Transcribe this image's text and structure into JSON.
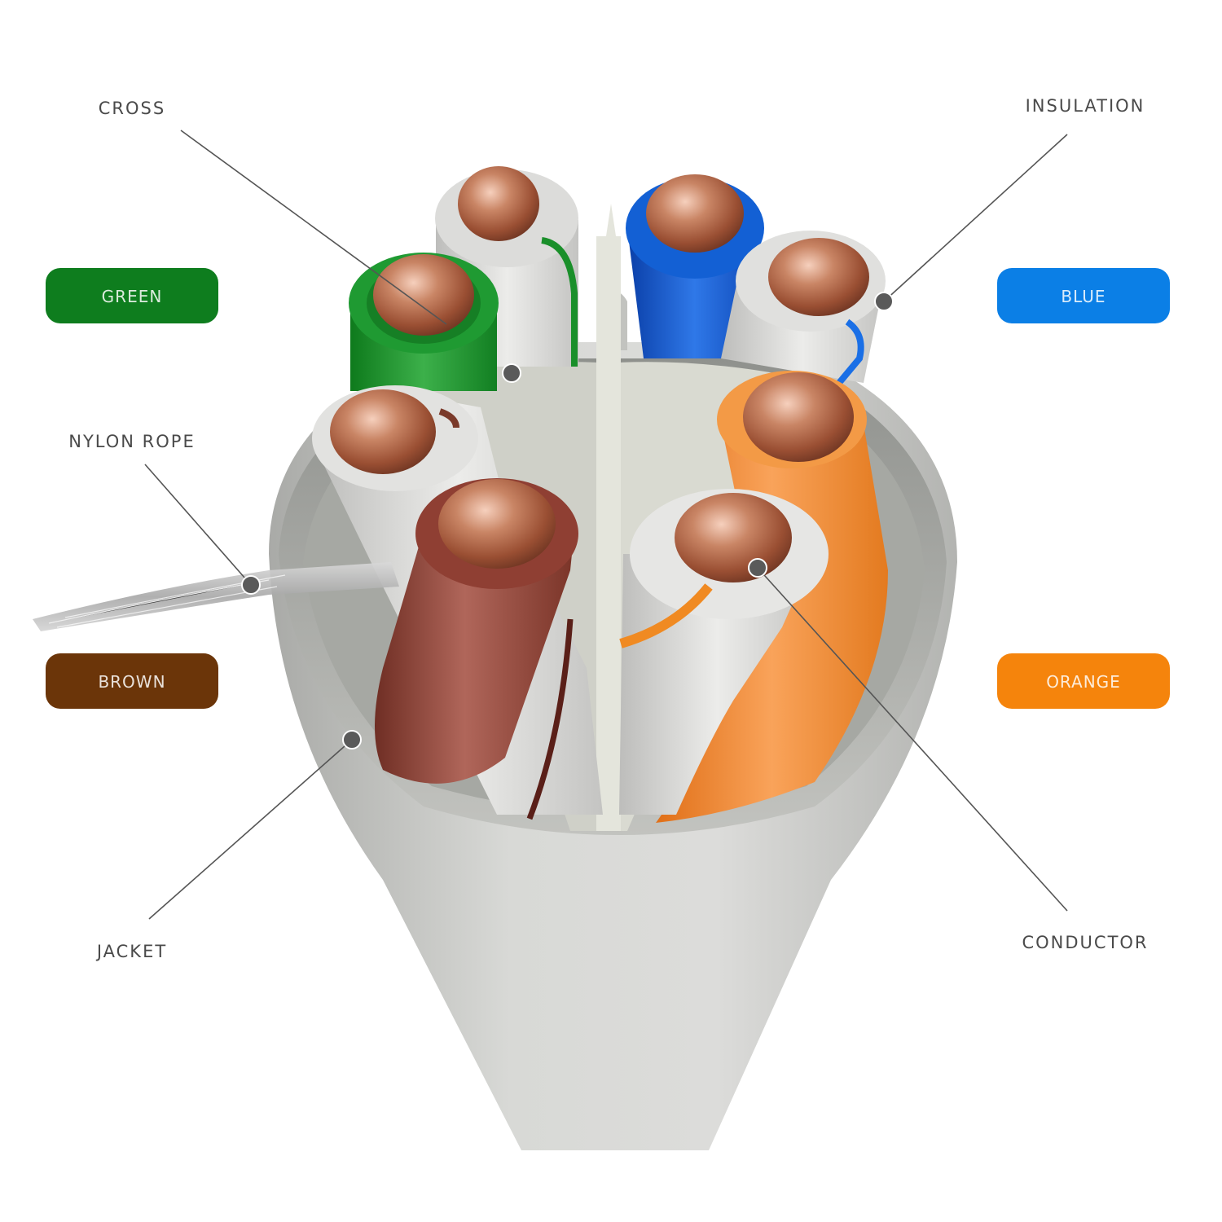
{
  "callouts": {
    "cross": "CROSS",
    "insulation": "INSULATION",
    "nylon_rope": "NYLON ROPE",
    "jacket": "JACKET",
    "conductor": "CONDUCTOR"
  },
  "pair_labels": [
    {
      "text": "GREEN",
      "color": "#0e7d1e"
    },
    {
      "text": "BLUE",
      "color": "#0b7fe6"
    },
    {
      "text": "BROWN",
      "color": "#6b3509"
    },
    {
      "text": "ORANGE",
      "color": "#f5840c"
    }
  ],
  "colors": {
    "jacket": "#c9cac7",
    "cross_filler": "#d7d8cf",
    "copper": "#b86a4c",
    "green": "#1a8f2a",
    "blue": "#1253c4",
    "brown": "#8a3c2f",
    "orange": "#f0892e",
    "white_insulation": "#dadad8"
  }
}
